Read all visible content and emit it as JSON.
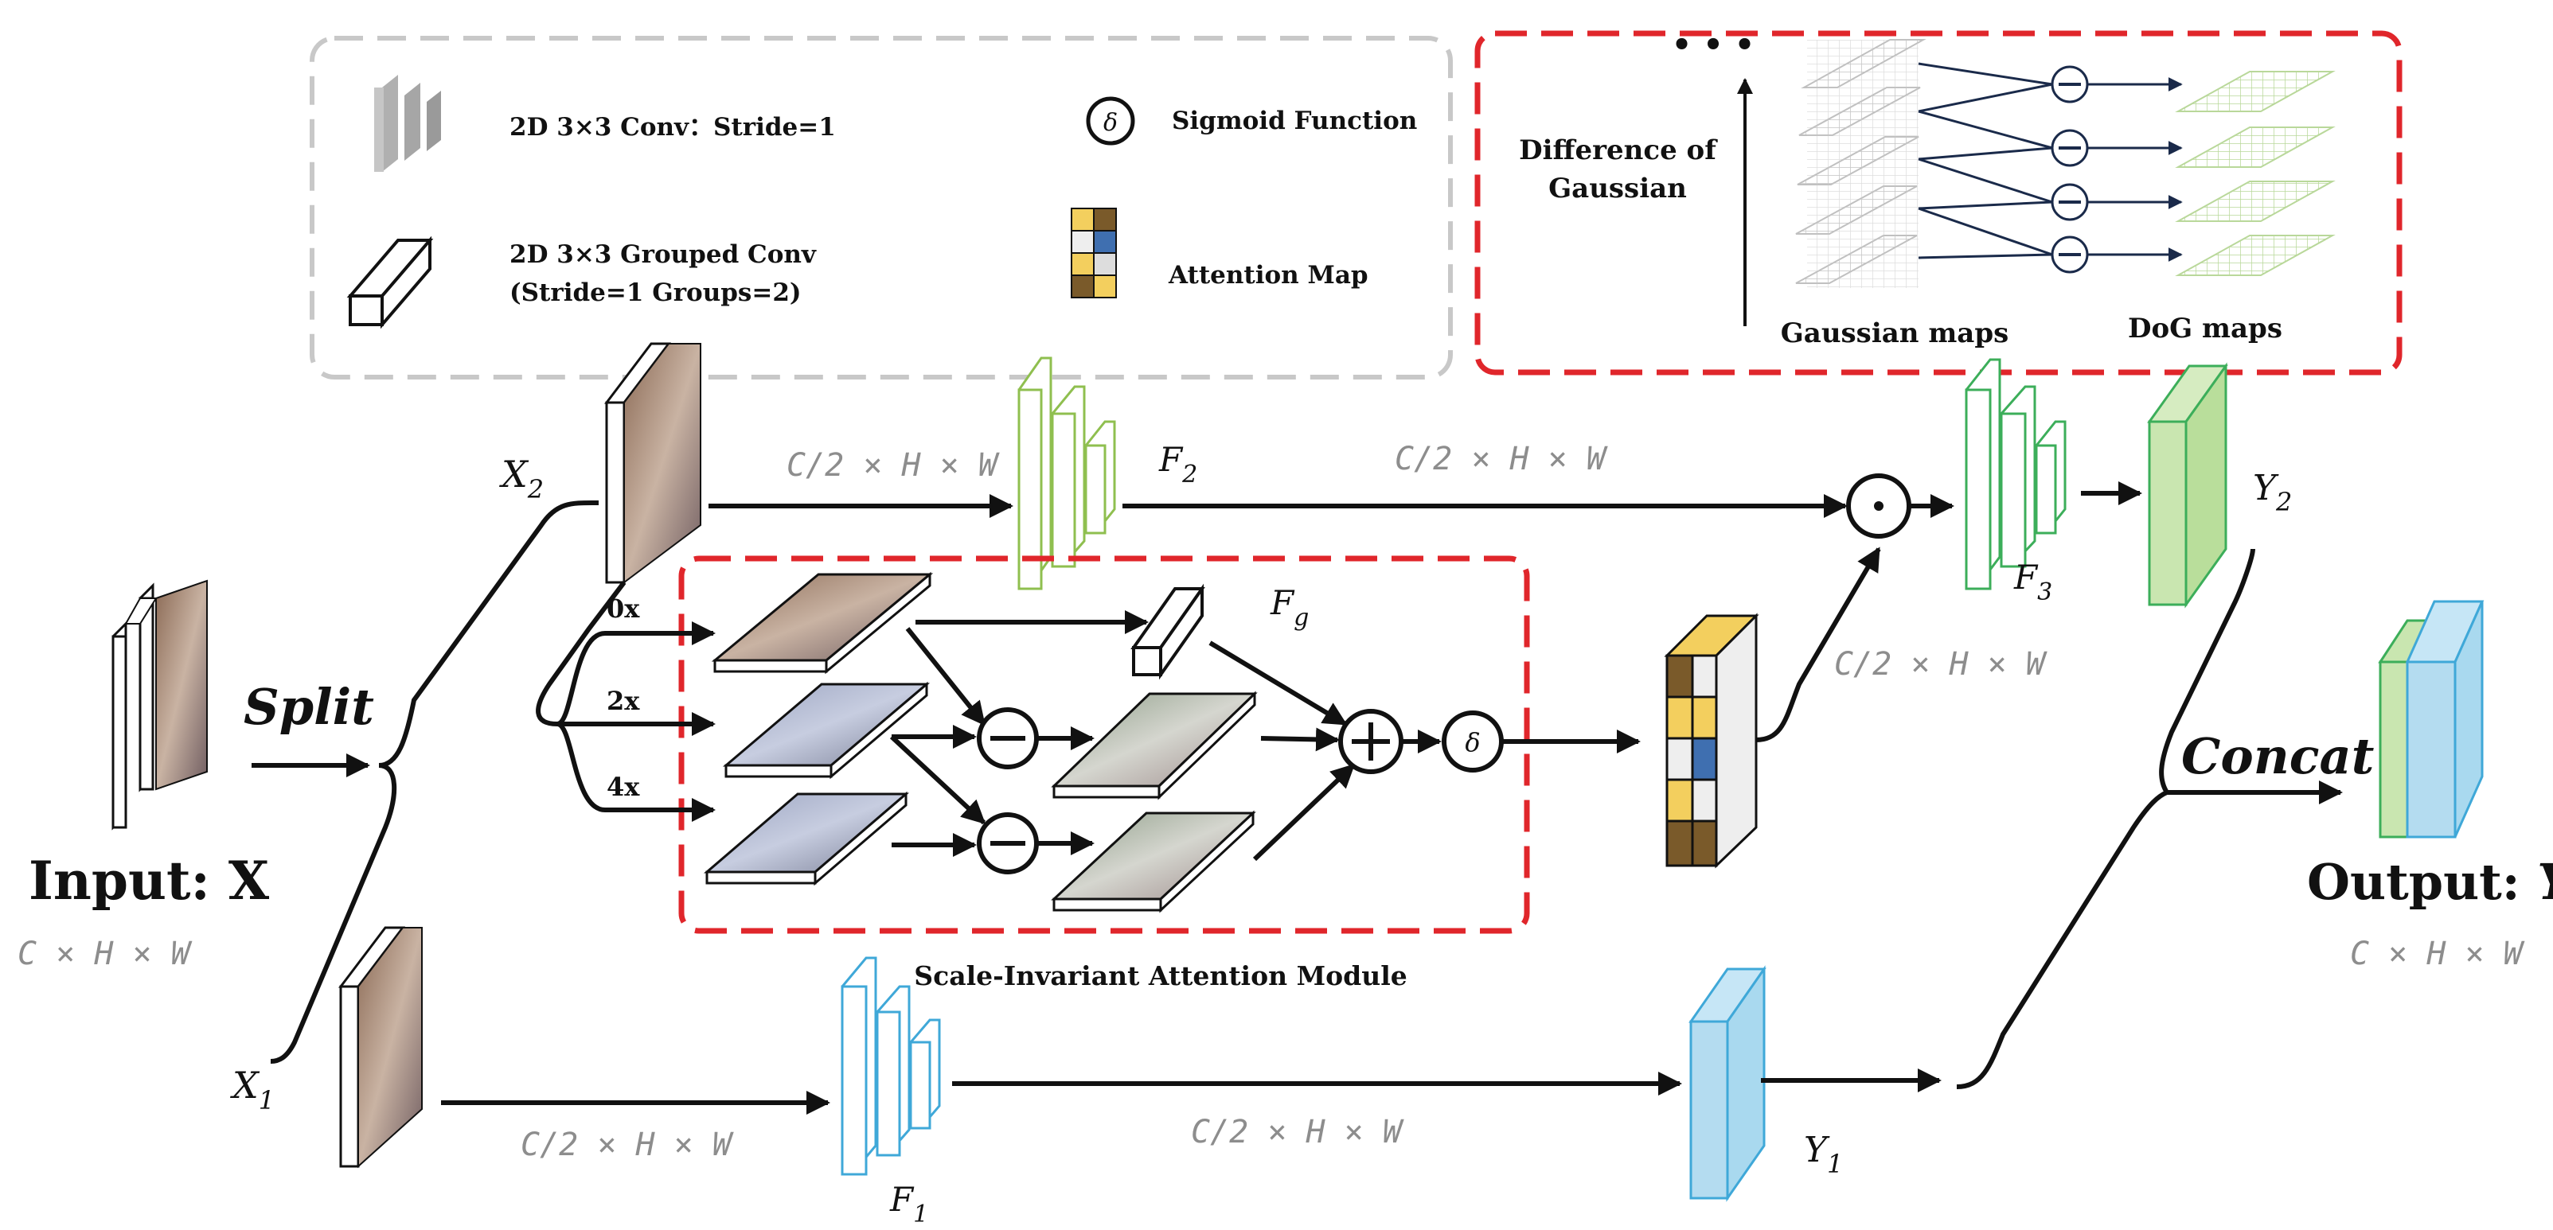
{
  "legend": {
    "conv": "2D 3×3 Conv：Stride=1",
    "grouped_line1": "2D 3×3 Grouped Conv",
    "grouped_line2": "(Stride=1 Groups=2)",
    "sigmoid_symbol": "δ",
    "sigmoid": "Sigmoid Function",
    "attention": "Attention Map"
  },
  "dog_panel": {
    "dots": "• • •",
    "title_line1": "Difference of",
    "title_line2": "Gaussian",
    "gaussian_maps": "Gaussian maps",
    "dog_maps": "DoG maps"
  },
  "main": {
    "input": "Input: X",
    "input_dim": "C × H × W",
    "split": "Split",
    "x2": "X",
    "x2_sub": "2",
    "x1": "X",
    "x1_sub": "1",
    "dim_x2_f2": "C/2 × H × W",
    "dim_f2_mul": "C/2 × H × W",
    "dim_att": "C/2 × H × W",
    "dim_x1_f1": "C/2 × H × W",
    "dim_f1_y1": "C/2 × H × W",
    "f2": "F",
    "f2_sub": "2",
    "fg": "F",
    "fg_sub": "g",
    "f3": "F",
    "f3_sub": "3",
    "f1": "F",
    "f1_sub": "1",
    "y2": "Y",
    "y2_sub": "2",
    "y1": "Y",
    "y1_sub": "1",
    "scale_0x": "0x",
    "scale_2x": "2x",
    "scale_4x": "4x",
    "sigma": "δ",
    "concat": "Concat",
    "output": "Output: ",
    "output_y": "Y",
    "output_dim": "C × H × W",
    "siam_caption": "Scale-Invariant Attention Module"
  }
}
